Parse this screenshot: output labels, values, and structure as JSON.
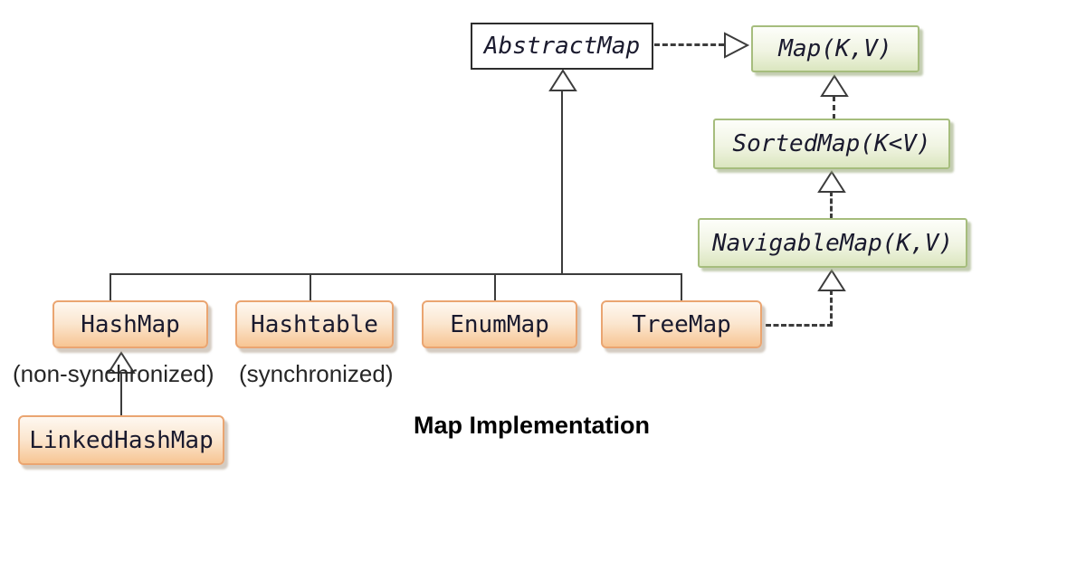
{
  "diagram": {
    "caption": "Map Implementation",
    "annotations": {
      "non_synchronized": "(non-synchronized)",
      "synchronized": "(synchronized)"
    },
    "nodes": {
      "abstract_map": {
        "label": "AbstractMap",
        "kind": "abstract-class"
      },
      "map": {
        "label": "Map(K,V)",
        "kind": "interface"
      },
      "sorted_map": {
        "label": "SortedMap(K<V)",
        "kind": "interface"
      },
      "navigable_map": {
        "label": "NavigableMap(K,V)",
        "kind": "interface"
      },
      "hash_map": {
        "label": "HashMap",
        "kind": "class"
      },
      "hashtable": {
        "label": "Hashtable",
        "kind": "class"
      },
      "enum_map": {
        "label": "EnumMap",
        "kind": "class"
      },
      "tree_map": {
        "label": "TreeMap",
        "kind": "class"
      },
      "linked_hash_map": {
        "label": "LinkedHashMap",
        "kind": "class"
      }
    },
    "edges": [
      {
        "from": "AbstractMap",
        "to": "Map(K,V)",
        "type": "realization-dashed"
      },
      {
        "from": "HashMap",
        "to": "AbstractMap",
        "type": "generalization-solid"
      },
      {
        "from": "Hashtable",
        "to": "AbstractMap",
        "type": "generalization-solid"
      },
      {
        "from": "EnumMap",
        "to": "AbstractMap",
        "type": "generalization-solid"
      },
      {
        "from": "TreeMap",
        "to": "AbstractMap",
        "type": "generalization-solid"
      },
      {
        "from": "SortedMap(K<V)",
        "to": "Map(K,V)",
        "type": "generalization-dashed"
      },
      {
        "from": "NavigableMap(K,V)",
        "to": "SortedMap(K<V)",
        "type": "generalization-dashed"
      },
      {
        "from": "TreeMap",
        "to": "NavigableMap(K,V)",
        "type": "realization-dashed"
      },
      {
        "from": "LinkedHashMap",
        "to": "HashMap",
        "type": "generalization-solid"
      }
    ],
    "colors": {
      "class_fill_top": "#fef8f1",
      "class_fill_bottom": "#f7c593",
      "class_border": "#eaa571",
      "interface_fill_top": "#fdfefa",
      "interface_fill_bottom": "#dbe6bf",
      "interface_border": "#a6bd7d",
      "abstract_border": "#2d2d2d",
      "line": "#3c3c3c",
      "background": "#ffffff"
    }
  }
}
